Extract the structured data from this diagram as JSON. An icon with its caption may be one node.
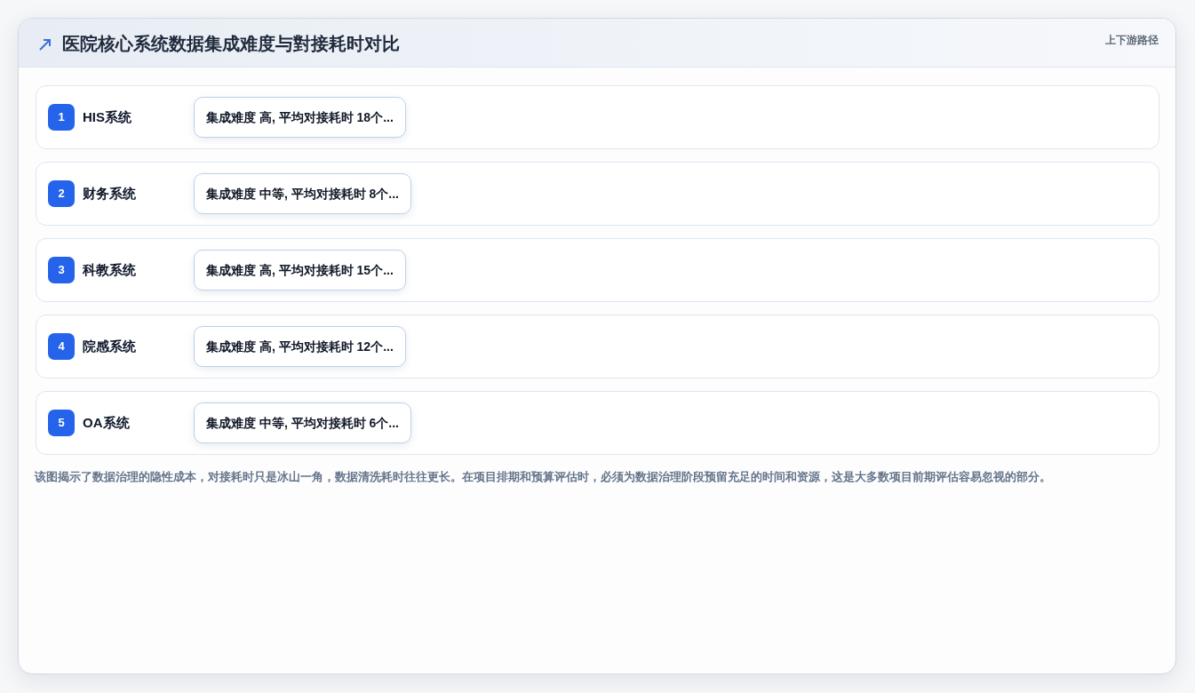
{
  "diagram": {
    "title": "医院核心系统数据集成难度与對接耗时对比",
    "caption": "该图揭示了数据治理的隐性成本，对接耗时只是冰山一角，数据清洗耗时往往更长。在项目排期和预算评估时，必须为数据治理阶段预留充足的时间和资源，这是大多数项目前期评估容易忽视的部分。",
    "nodes": [
      {
        "text": [
          "HIS系统"
        ]
      },
      {
        "text": [
          "1"
        ],
        "in": 0
      },
      {
        "text": [
          "集成难度 高, 平均对接耗时 18个..."
        ],
        "in": 0
      },
      {
        "text": [
          "财务系统"
        ]
      },
      {
        "text": [
          "2"
        ],
        "in": 3
      },
      {
        "text": [
          "集成难度 中等, 平均对接耗时 8个..."
        ],
        "in": 3
      },
      {
        "text": [
          "科教系统"
        ]
      },
      {
        "text": [
          "3"
        ],
        "in": 6
      },
      {
        "text": [
          "集成难度 高, 平均对接耗时 15个..."
        ],
        "in": 6
      },
      {
        "text": [
          "院感系统"
        ]
      },
      {
        "text": [
          "4"
        ],
        "in": 9
      },
      {
        "text": [
          "集成难度 高, 平均对接耗时 12个..."
        ],
        "in": 9
      },
      {
        "text": [
          "OA系统"
        ]
      },
      {
        "text": [
          "5"
        ],
        "in": 12
      },
      {
        "text": [
          "集成难度 中等, 平均对接耗时 6个..."
        ],
        "in": 12
      }
    ],
    "labels": [
      "上下游路径"
    ]
  }
}
